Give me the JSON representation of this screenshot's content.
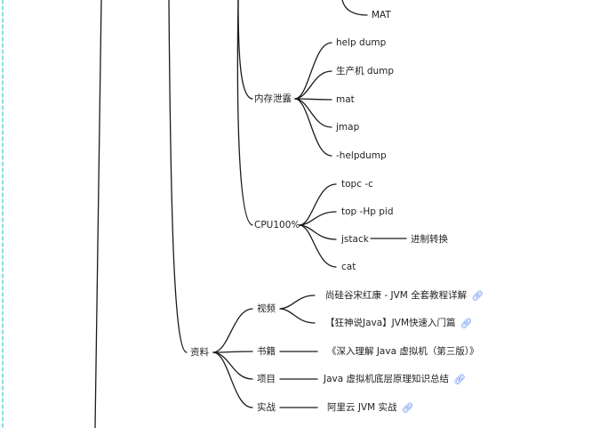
{
  "colors": {
    "line": "#1a1a1a",
    "dash": "#3cc8c8",
    "text": "#222222",
    "link": "#4a7cf0"
  },
  "nodes": {
    "mat_top": "MAT",
    "memory_leak": {
      "label": "内存泄露",
      "items": [
        "help dump",
        "生产机 dump",
        "mat",
        "jmap",
        "-helpdump"
      ]
    },
    "cpu100": {
      "label": "CPU100%",
      "items": [
        "topc -c",
        "top -Hp pid",
        "jstack",
        "cat"
      ],
      "jstack_child": "进制转换"
    },
    "resources": {
      "label": "资料",
      "video": {
        "label": "视频",
        "items": [
          "尚硅谷宋红康 - JVM 全套教程详解",
          "【狂神说Java】JVM快速入门篇"
        ]
      },
      "books": {
        "label": "书籍",
        "item": "《深入理解 Java 虚拟机（第三版）》"
      },
      "project": {
        "label": "项目",
        "item": "Java 虚拟机底层原理知识总结"
      },
      "practice": {
        "label": "实战",
        "item": "阿里云 JVM 实战"
      }
    }
  },
  "icons": {
    "link": "link-icon"
  }
}
